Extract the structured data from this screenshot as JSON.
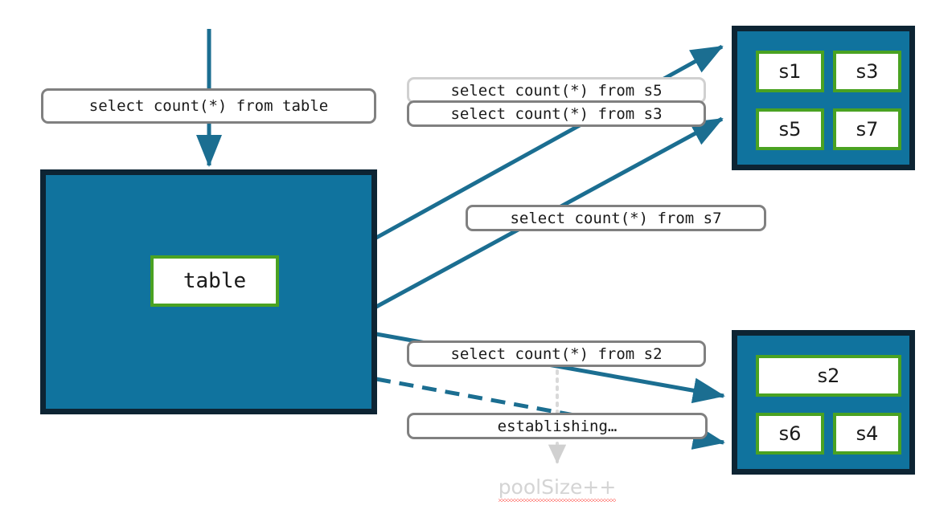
{
  "diagram": {
    "title": "connection pool query routing diagram",
    "colors": {
      "group_fill": "#10739e",
      "group_border": "#0d2433",
      "node_border": "#4aa222",
      "node_fill": "#ffffff",
      "label_border": "#808080",
      "label_border_faded": "#d0d0d0",
      "arrow": "#1b6e91",
      "dotted_guide": "#d9d9d9",
      "annotation_text": "#d4d4d4",
      "spellcheck_underline": "#ff3b30"
    }
  },
  "labels": {
    "table_query": "select count(*) from table",
    "s5_query": "select count(*) from s5",
    "s3_query": "select count(*) from s3",
    "s7_query": "select count(*) from s7",
    "s2_query": "select count(*) from s2",
    "establishing": "establishing…"
  },
  "table_group": {
    "node_label": "table"
  },
  "servers_top": {
    "nodes": [
      {
        "label": "s1"
      },
      {
        "label": "s3"
      },
      {
        "label": "s5"
      },
      {
        "label": "s7"
      }
    ]
  },
  "servers_bottom": {
    "nodes": [
      {
        "label": "s2"
      },
      {
        "label": "s6"
      },
      {
        "label": "s4"
      }
    ]
  },
  "annotation": {
    "pool_size": "poolSize++"
  }
}
